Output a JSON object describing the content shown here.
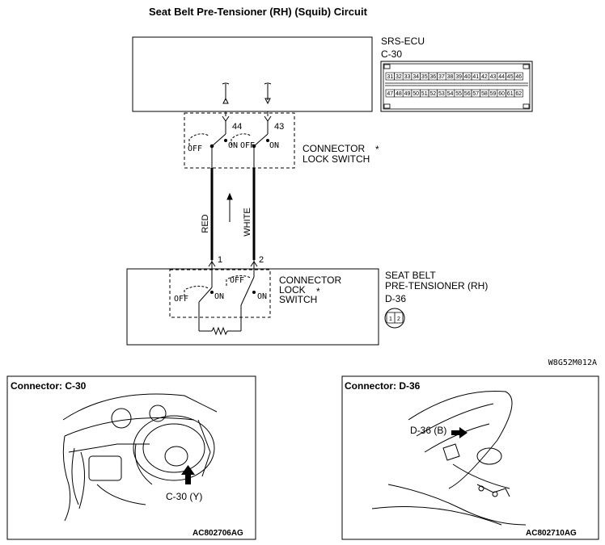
{
  "title": "Seat Belt Pre-Tensioner (RH) (Squib) Circuit",
  "ecu": {
    "name": "SRS-ECU",
    "connector": "C-30"
  },
  "ecu_pins_top": [
    "31",
    "32",
    "33",
    "34",
    "35",
    "36",
    "37",
    "38",
    "39",
    "40",
    "41",
    "42",
    "43",
    "44",
    "45",
    "46"
  ],
  "ecu_pins_bottom": [
    "47",
    "48",
    "49",
    "50",
    "51",
    "52",
    "53",
    "54",
    "55",
    "56",
    "57",
    "58",
    "59",
    "60",
    "61",
    "62"
  ],
  "lock_switch_upper": {
    "line1": "CONNECTOR",
    "line2": "LOCK SWITCH",
    "mark": "*"
  },
  "lock_switch_lower": {
    "line1": "CONNECTOR",
    "line2": "LOCK",
    "line3": "SWITCH",
    "mark": "*"
  },
  "switch_states": {
    "off": "OFF",
    "on": "ON"
  },
  "pins": {
    "p44": "44",
    "p43": "43",
    "p1": "1",
    "p2": "2"
  },
  "wires": {
    "left": "RED",
    "right": "WHITE"
  },
  "pretensioner": {
    "line1": "SEAT BELT",
    "line2": "PRE-TENSIONER (RH)",
    "connector": "D-36",
    "pins": [
      "1",
      "2"
    ]
  },
  "diagram_code": "W8G52M012A",
  "panels": [
    {
      "title": "Connector: C-30",
      "callout": "C-30 (Y)",
      "code": "AC802706AG"
    },
    {
      "title": "Connector: D-36",
      "callout": "D-36 (B)",
      "code": "AC802710AG"
    }
  ]
}
